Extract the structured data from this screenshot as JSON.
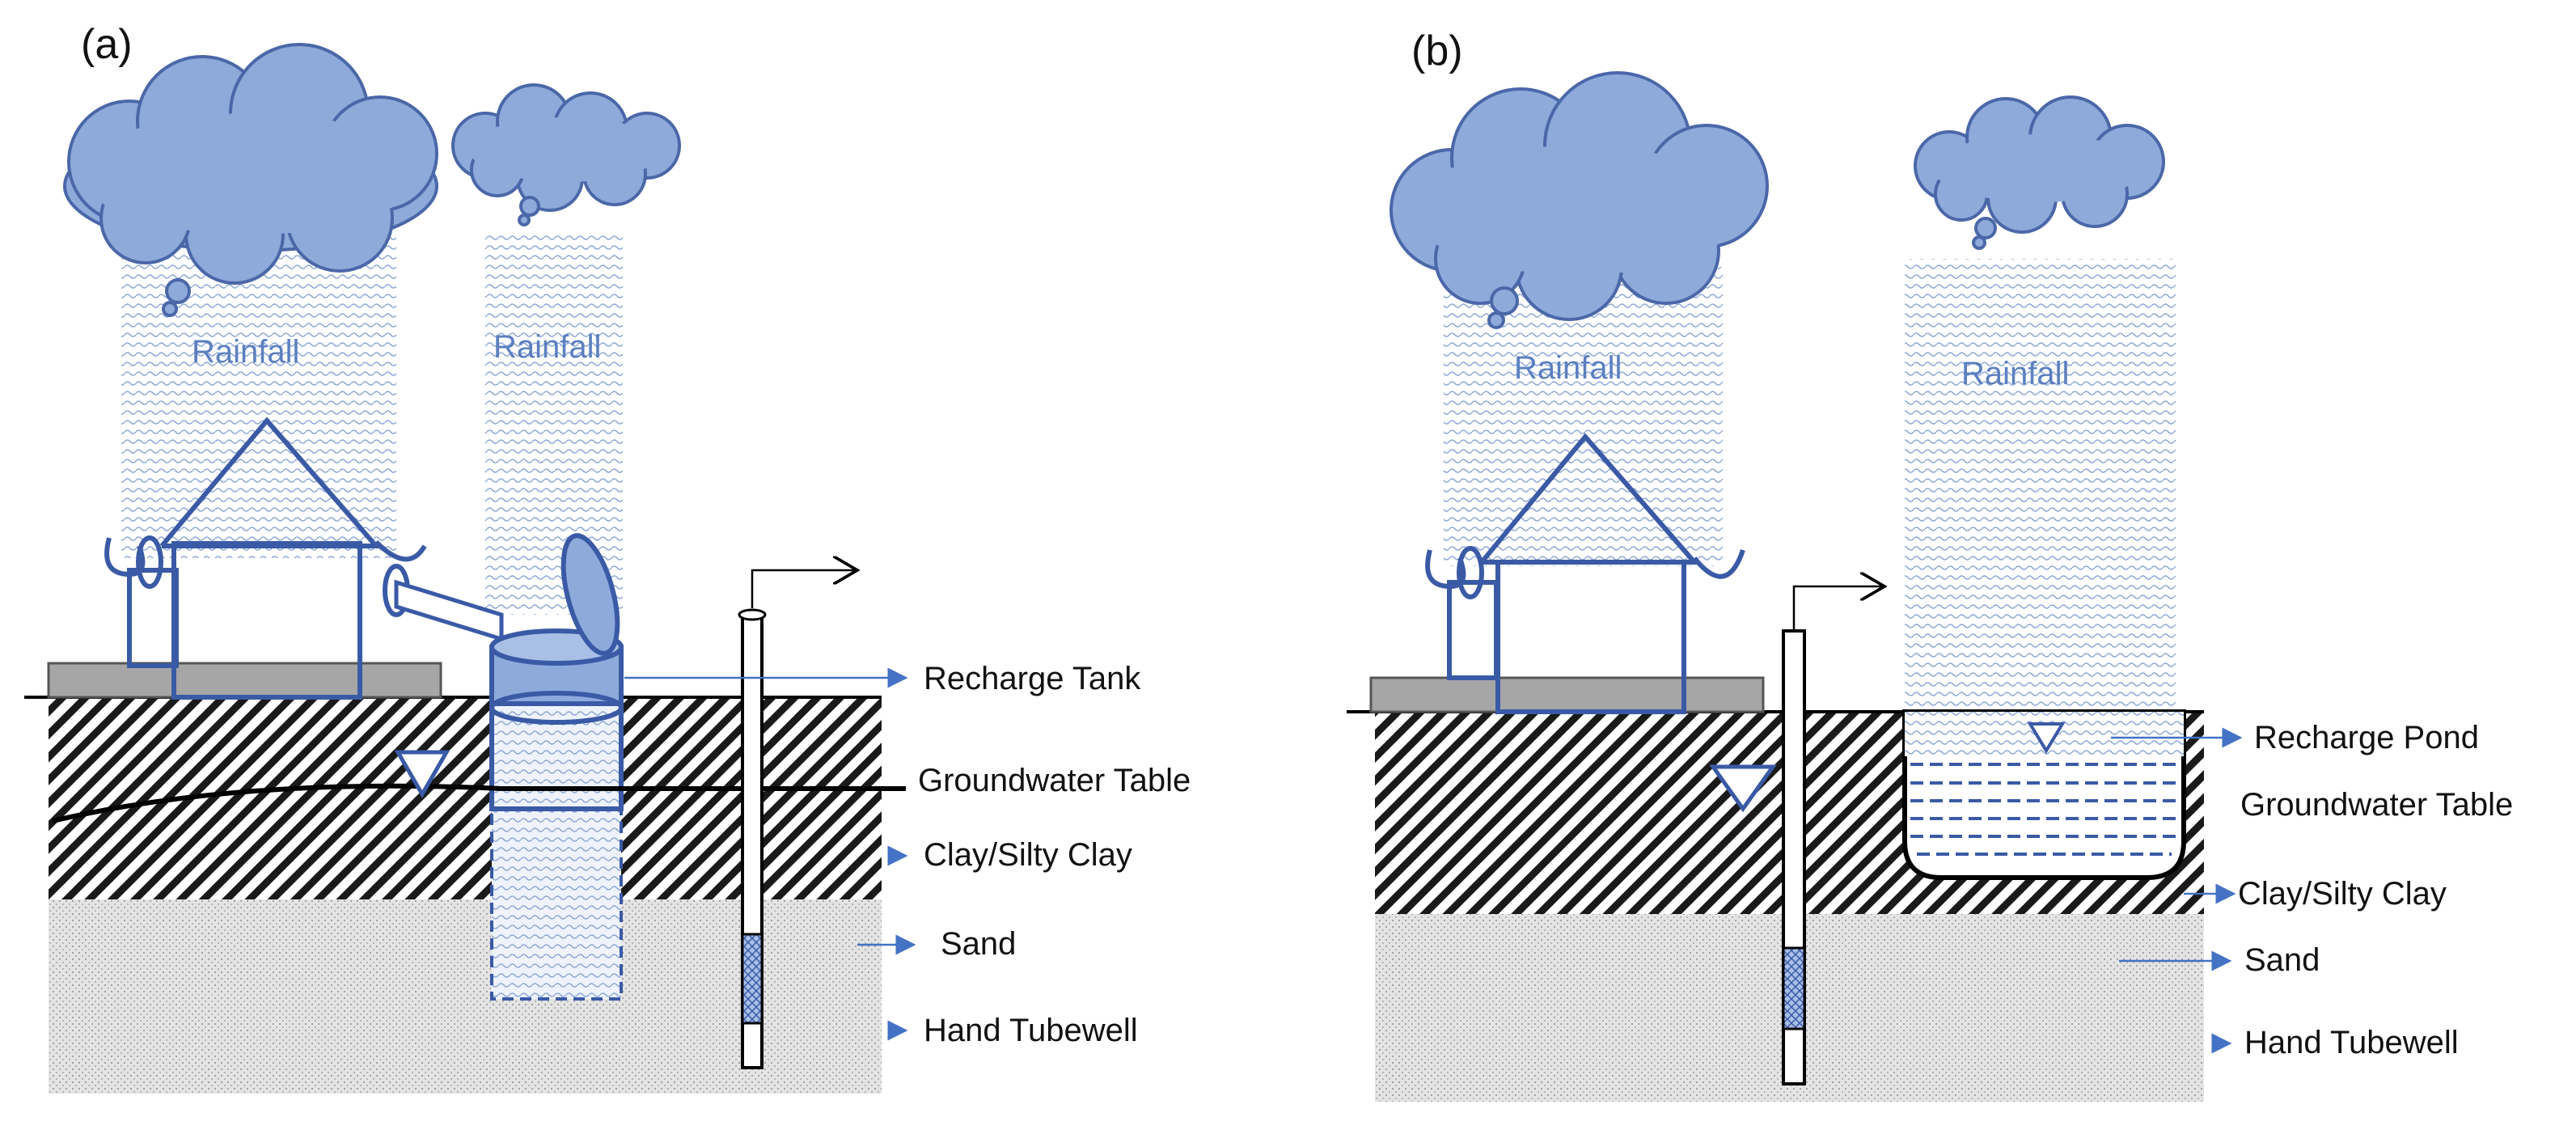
{
  "panels": [
    {
      "letter": "(a)",
      "rainfall": [
        "Rainfall",
        "Rainfall"
      ],
      "labels": [
        "Recharge Tank",
        "Groundwater Table",
        "Clay/Silty Clay",
        "Sand",
        "Hand Tubewell"
      ]
    },
    {
      "letter": "(b)",
      "rainfall": [
        "Rainfall",
        "Rainfall"
      ],
      "labels": [
        "Recharge Pond",
        "Groundwater Table",
        "Clay/Silty Clay",
        "Sand",
        "Hand Tubewell"
      ]
    }
  ],
  "colors": {
    "cloud": "#8eaadb",
    "cloud_edge": "#4a67a8",
    "structure": "#3a5aa6",
    "arrow": "#4472c4",
    "ground_line": "#000000",
    "sand": "#d9d9d9",
    "slab": "#a6a6a6"
  }
}
